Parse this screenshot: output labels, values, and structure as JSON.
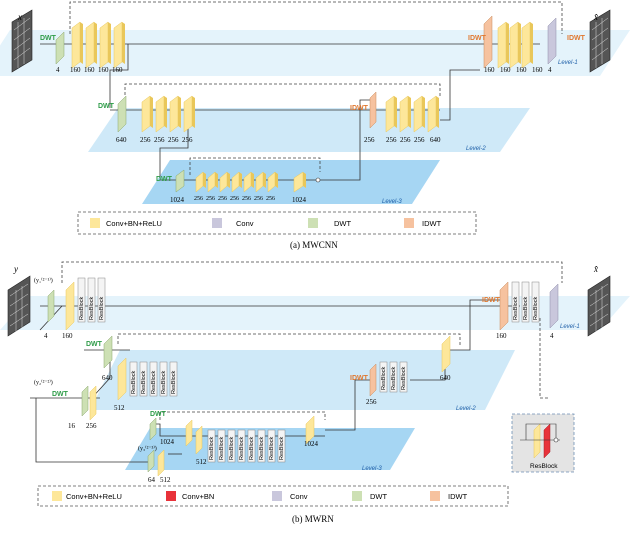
{
  "colors": {
    "conv_bn_relu": "#fde79a",
    "conv_bn_relu_side": "#e9c75a",
    "conv_bn": "#e8323a",
    "conv": "#c9c7dc",
    "dwt": "#cde0b4",
    "idwt": "#f6c29f",
    "level1": "#e4f3fb",
    "level2": "#cfe9f8",
    "level3": "#a6d6f3",
    "level_label": "#1e5fa8",
    "dwt_label": "#2e9c48",
    "idwt_label": "#e0782f"
  },
  "a": {
    "caption": "(a)  MWCNN",
    "x_label": "x",
    "xhat_label": "x̂",
    "dwt": "DWT",
    "idwt": "IDWT",
    "level1": "Level-1",
    "level2": "Level-2",
    "level3": "Level-3",
    "l1_enc": [
      "4",
      "160",
      "160",
      "160",
      "160"
    ],
    "l1_dec": [
      "160",
      "160",
      "160",
      "160",
      "4"
    ],
    "l2_enc": [
      "640",
      "256",
      "256",
      "256",
      "256"
    ],
    "l2_dec": [
      "256",
      "256",
      "256",
      "256",
      "640"
    ],
    "l3": [
      "1024",
      "256",
      "256",
      "256",
      "256",
      "256",
      "256",
      "256",
      "1024"
    ],
    "legend": {
      "conv_bn_relu": "Conv+BN+ReLU",
      "conv": "Conv",
      "dwt": "DWT",
      "idwt": "IDWT"
    }
  },
  "b": {
    "caption": "(b)  MWRN",
    "x_label": "y",
    "xhat_label": "x̂",
    "dwt": "DWT",
    "idwt": "IDWT",
    "level1": "Level-1",
    "level2": "Level-2",
    "level3": "Level-3",
    "res": "ResBlock",
    "sub1": "(y₁⁽²⁻¹⁾)",
    "sub2": "(y₂⁽²⁻²⁾)",
    "sub3": "(y₃⁽²⁻³⁾)",
    "nums": {
      "n4a": "4",
      "n160": "160",
      "n160b": "160",
      "n4b": "4",
      "n640": "640",
      "n512": "512",
      "n640b": "640",
      "n256": "256",
      "n16": "16",
      "n256b": "256",
      "n1024": "1024",
      "n512b": "512",
      "n1024b": "1024",
      "n64": "64",
      "n512c": "512"
    },
    "inset_label": "ResBlock",
    "legend": {
      "conv_bn_relu": "Conv+BN+ReLU",
      "conv_bn": "Conv+BN",
      "conv": "Conv",
      "dwt": "DWT",
      "idwt": "IDWT"
    }
  }
}
